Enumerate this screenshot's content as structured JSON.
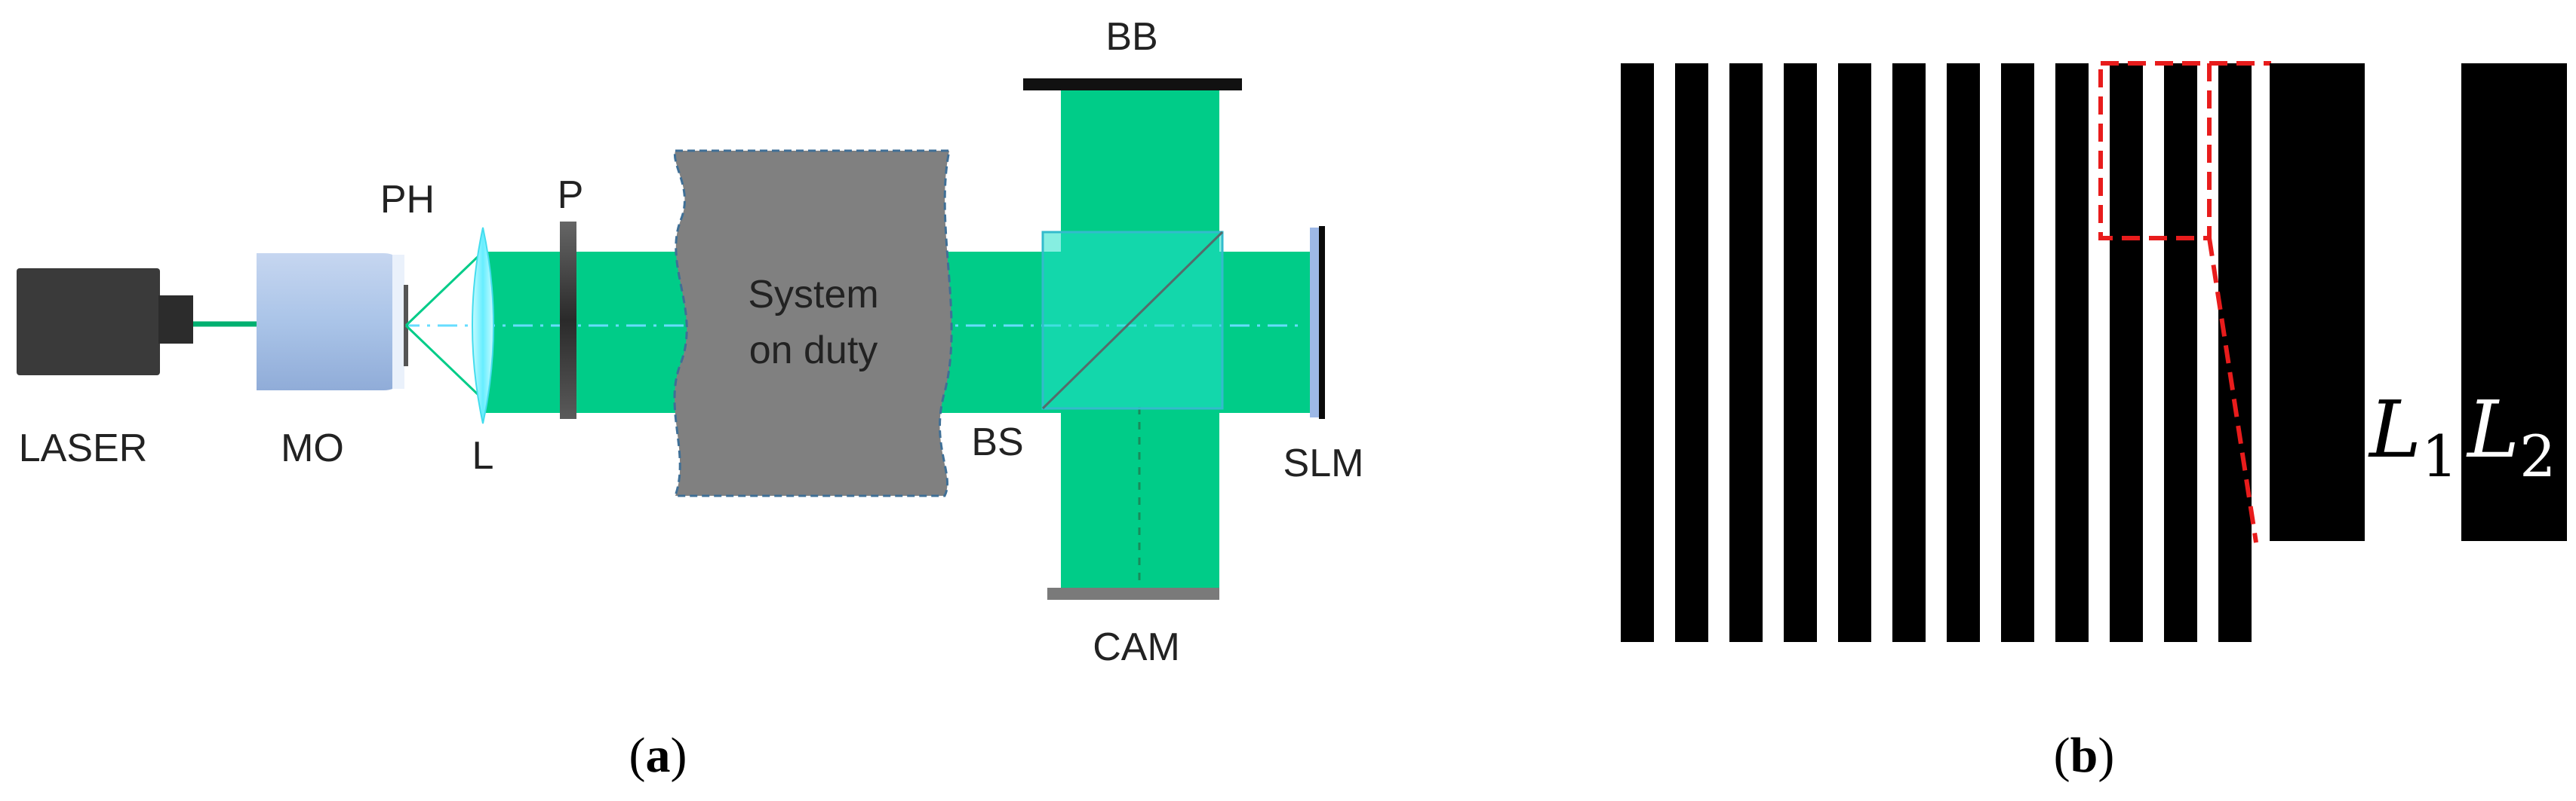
{
  "panel_a": {
    "labels": {
      "laser": "LASER",
      "mo": "MO",
      "ph": "PH",
      "l": "L",
      "p": "P",
      "system_line1": "System",
      "system_line2": "on duty",
      "bs": "BS",
      "bb": "BB",
      "cam": "CAM",
      "slm": "SLM"
    },
    "caption": {
      "open": "(",
      "letter": "a",
      "close": ")"
    },
    "colors": {
      "beam": "#00cc88",
      "laser_body": "#3a3a3a",
      "objective": "#aac4e8",
      "lens": "#7ff3ff",
      "system_box": "#808080",
      "beam_splitter": "#22e0c8",
      "slm": "#9db8e6"
    }
  },
  "panel_b": {
    "symbols": [
      {
        "main": "L",
        "sub": "1"
      },
      {
        "main": "L",
        "sub": "2"
      }
    ],
    "caption": {
      "open": "(",
      "letter": "b",
      "close": ")"
    },
    "colors": {
      "stripe": "#000000",
      "zoom_box": "#e81c1c"
    }
  }
}
